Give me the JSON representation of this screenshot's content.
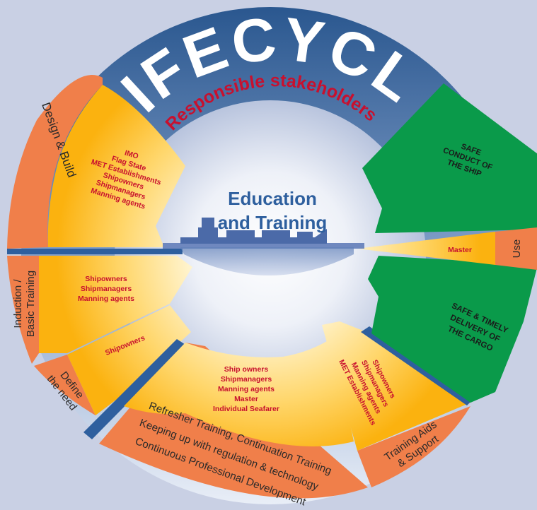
{
  "title": "LIFECYCLE",
  "subtitle": "Responsible stakeholders",
  "center": {
    "line1": "Education",
    "line2": "and Training"
  },
  "segments": {
    "design_build": {
      "label": "Design & Build",
      "stakeholders": [
        "IMO",
        "Flag State",
        "MET Establishments",
        "Shipowners",
        "Shipmanagers",
        "Manning agents"
      ]
    },
    "induction": {
      "label_line1": "Induction /",
      "label_line2": "Basic Training",
      "stakeholders": [
        "Shipowners",
        "Shipmanagers",
        "Manning agents"
      ]
    },
    "define_need": {
      "label_line1": "Define",
      "label_line2": "the need",
      "stakeholders": [
        "Shipowners"
      ]
    },
    "refresher": {
      "label_lines": [
        "Refresher Training, Continuation Training",
        "Keeping up with regulation & technology",
        "Continuous Professional Development"
      ],
      "stakeholders": [
        "Ship owners",
        "Shipmanagers",
        "Manning agents",
        "Master",
        "Individual Seafarer"
      ]
    },
    "training_aids": {
      "label_line1": "Training Aids",
      "label_line2": "& Support",
      "stakeholders": [
        "Shipowners",
        "Shipmanagers",
        "Manning agents",
        "MET Establishments"
      ]
    },
    "use": {
      "label": "Use",
      "stakeholders": [
        "Master"
      ]
    }
  },
  "outcomes": {
    "safe_conduct": [
      "SAFE",
      "CONDUCT OF",
      "THE SHIP"
    ],
    "safe_delivery": [
      "SAFE & TIMELY",
      "DELIVERY OF",
      "THE CARGO"
    ]
  },
  "colors": {
    "background": "#c9d0e4",
    "orange": "#f07f4a",
    "yellow": "#fdb913",
    "green": "#0a9a4a",
    "blue": "#2e5f9e",
    "red": "#c8102e"
  }
}
